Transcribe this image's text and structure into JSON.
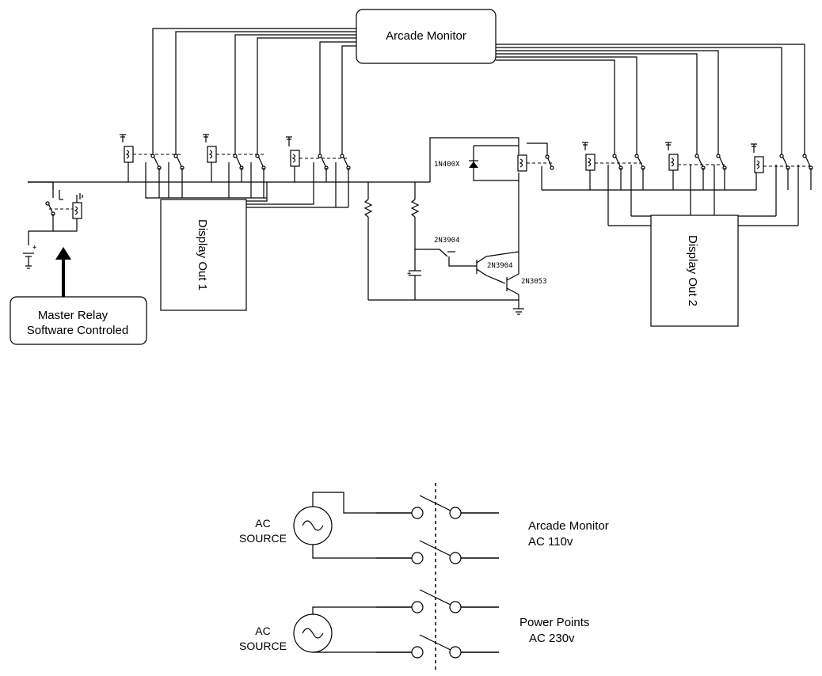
{
  "labels": {
    "arcade_monitor": "Arcade Monitor",
    "display_out_1": "Display Out 1",
    "display_out_2": "Display Out 2",
    "master_relay_line1": "Master Relay",
    "master_relay_line2": "Software Controled",
    "diode": "1N400X",
    "transistor_a": "2N3904",
    "transistor_b": "2N3904",
    "transistor_c": "2N3053",
    "ac_source_1_line1": "AC",
    "ac_source_1_line2": "SOURCE",
    "ac_source_2_line1": "AC",
    "ac_source_2_line2": "SOURCE",
    "out1_line1": "Arcade Monitor",
    "out1_line2": "AC 110v",
    "out2_line1": "Power Points",
    "out2_line2": "AC 230v",
    "plus": "+"
  }
}
